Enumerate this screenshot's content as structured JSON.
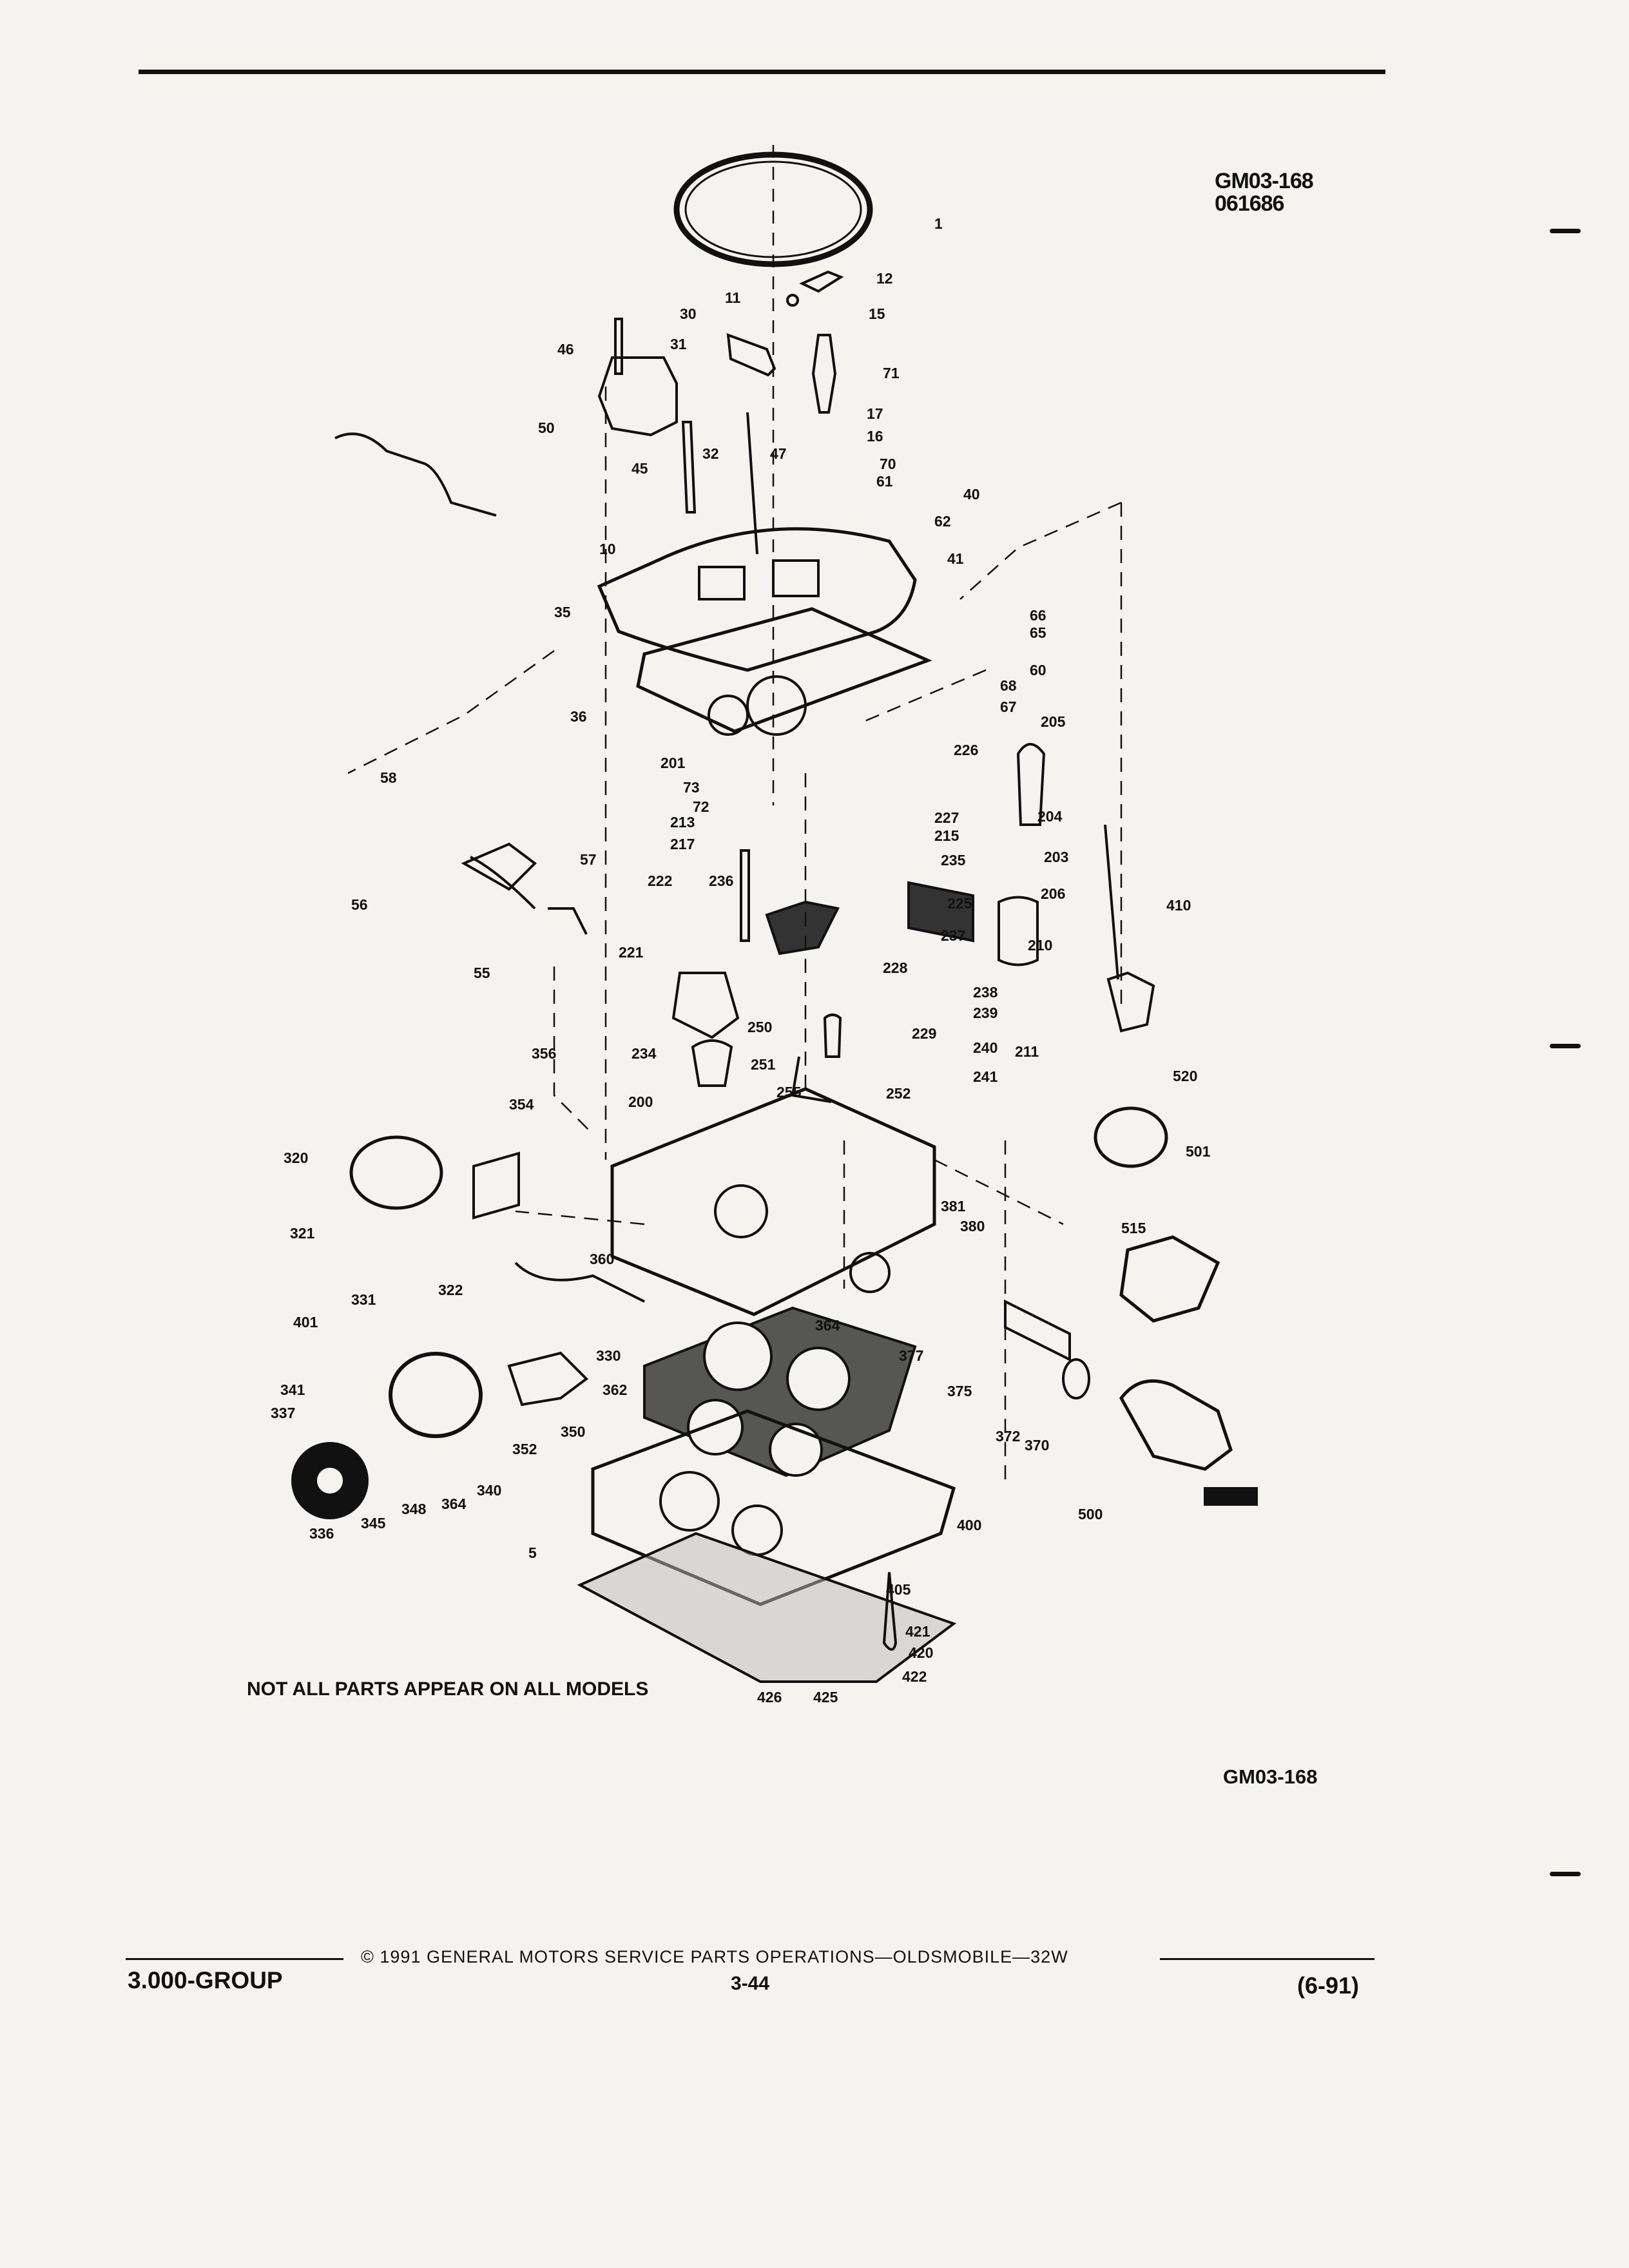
{
  "figure": {
    "id_top": "GM03-168",
    "code": "061686",
    "id_bottom": "GM03-168",
    "note": "NOT ALL PARTS APPEAR ON ALL MODELS"
  },
  "footer": {
    "copyright": "© 1991 GENERAL MOTORS SERVICE PARTS OPERATIONS—OLDSMOBILE—32W",
    "group": "3.000-GROUP",
    "page": "3-44",
    "revision": "(6-91)"
  },
  "callouts": [
    "1",
    "12",
    "11",
    "30",
    "15",
    "46",
    "31",
    "71",
    "50",
    "17",
    "16",
    "32",
    "47",
    "70",
    "45",
    "61",
    "40",
    "62",
    "10",
    "41",
    "35",
    "66",
    "65",
    "60",
    "36",
    "68",
    "67",
    "205",
    "226",
    "201",
    "73",
    "72",
    "58",
    "227",
    "213",
    "215",
    "204",
    "217",
    "235",
    "203",
    "57",
    "222",
    "236",
    "56",
    "225",
    "206",
    "410",
    "237",
    "221",
    "228",
    "210",
    "55",
    "238",
    "239",
    "250",
    "229",
    "240",
    "211",
    "356",
    "234",
    "251",
    "241",
    "520",
    "200",
    "255",
    "252",
    "354",
    "320",
    "501",
    "381",
    "380",
    "321",
    "515",
    "360",
    "322",
    "331",
    "401",
    "330",
    "364",
    "377",
    "362",
    "375",
    "341",
    "337",
    "372",
    "370",
    "352",
    "350",
    "340",
    "364",
    "500",
    "336",
    "345",
    "348",
    "400",
    "5",
    "405",
    "421",
    "420",
    "422",
    "426",
    "425"
  ],
  "colors": {
    "ink": "#111111",
    "paper": "#f4f3ef",
    "gasket": "#3a3a3a"
  }
}
